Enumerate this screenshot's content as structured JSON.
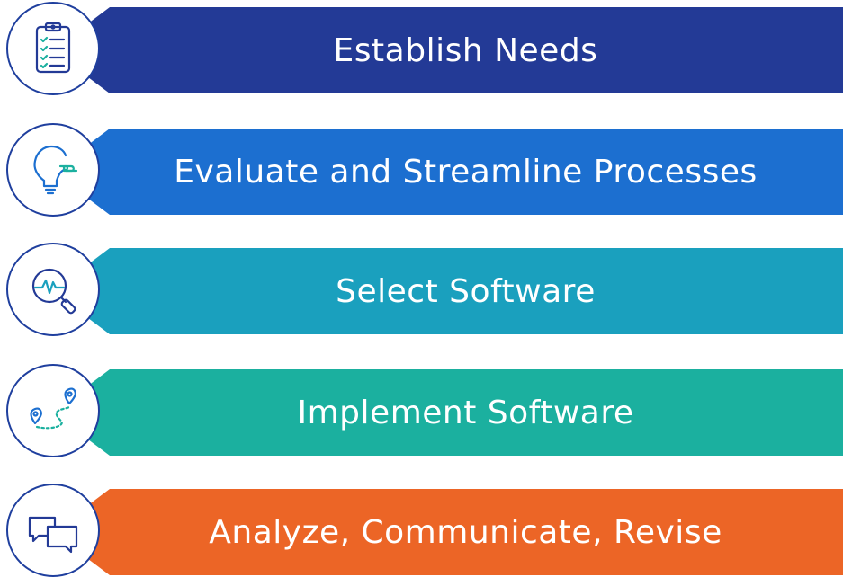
{
  "steps": [
    {
      "label": "Establish Needs",
      "color": "#233a96",
      "icon": "clipboard-checklist-icon"
    },
    {
      "label": "Evaluate and Streamline Processes",
      "color": "#1c6fd0",
      "icon": "lightbulb-hand-icon"
    },
    {
      "label": "Select Software",
      "color": "#1aa0be",
      "icon": "magnifier-pulse-icon"
    },
    {
      "label": "Implement Software",
      "color": "#1bb09f",
      "icon": "map-route-pins-icon"
    },
    {
      "label": "Analyze, Communicate, Revise",
      "color": "#ec6526",
      "icon": "chat-bubbles-icon"
    }
  ]
}
